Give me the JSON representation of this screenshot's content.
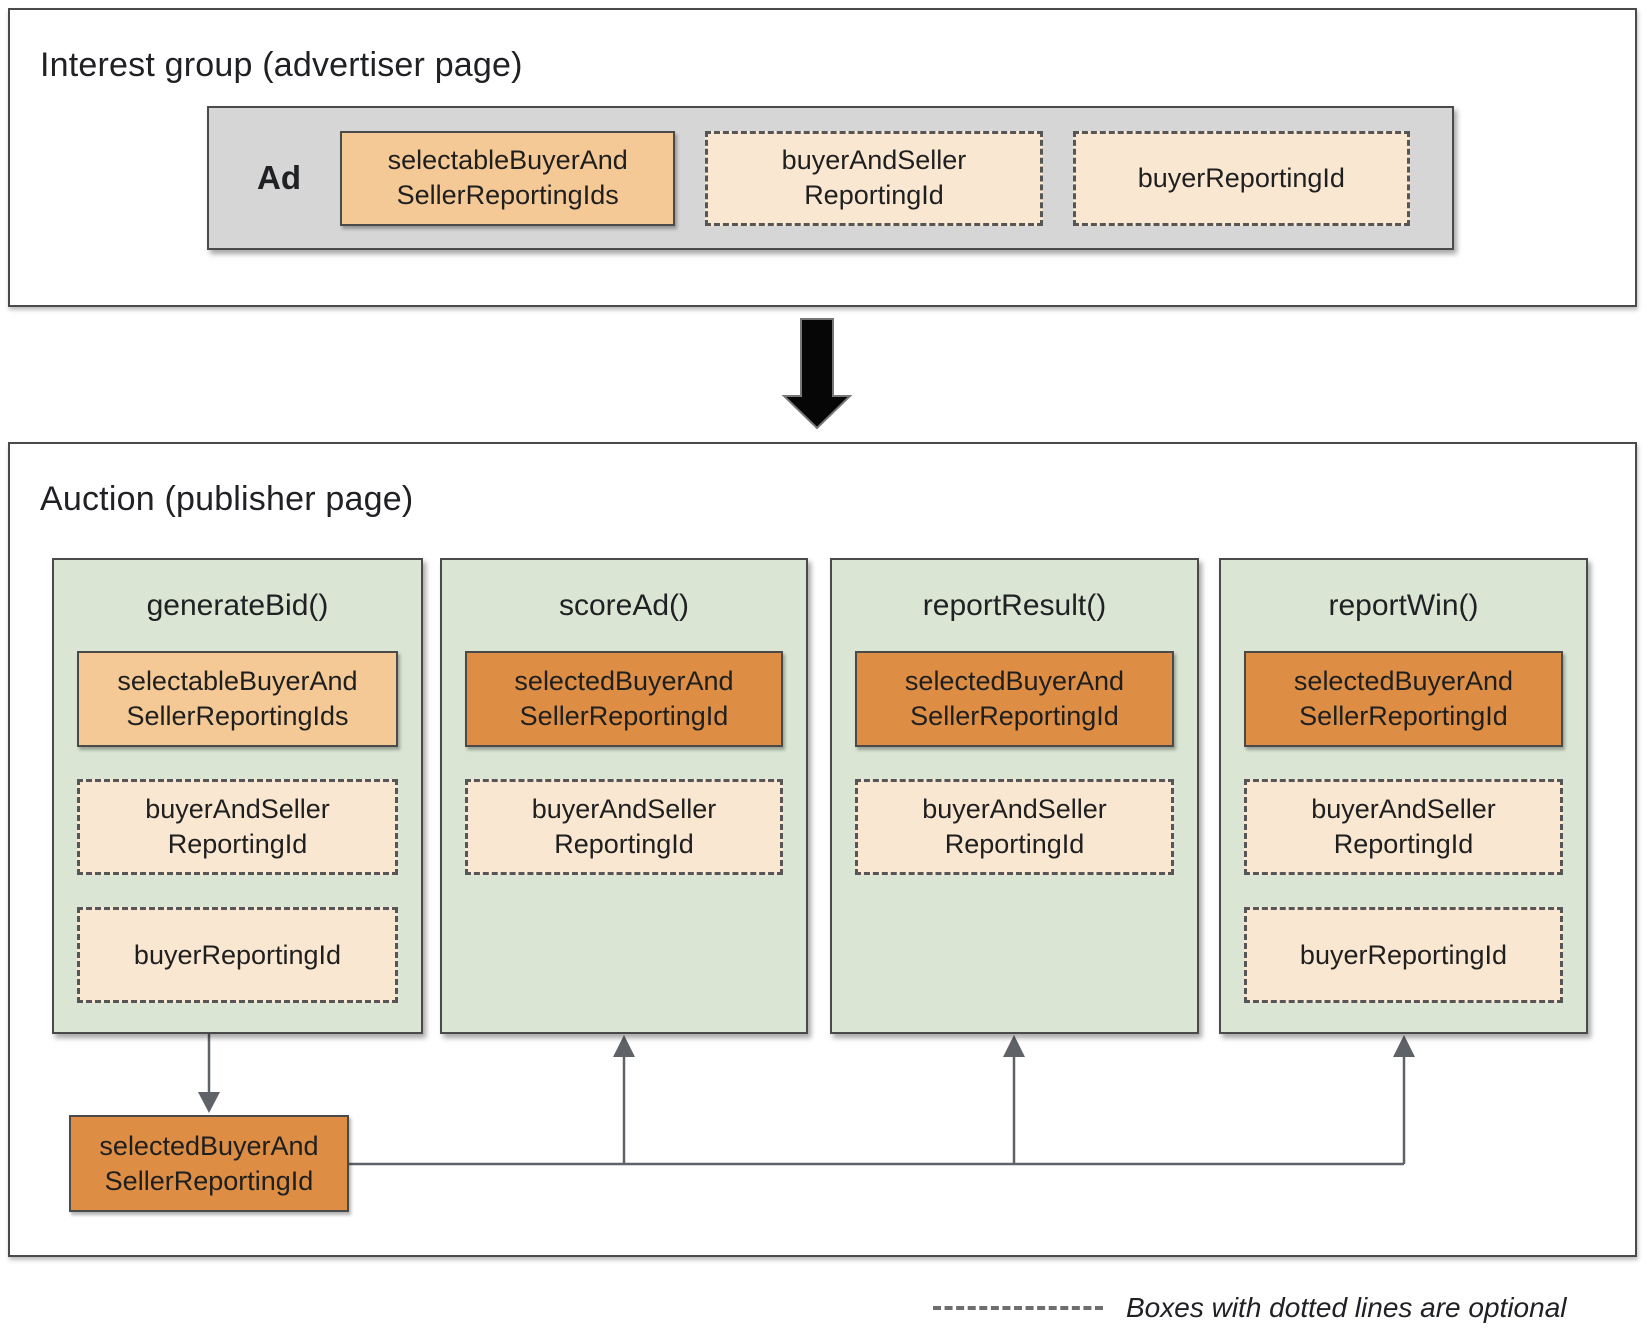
{
  "colors": {
    "panel_green": "#DAE6D3",
    "orange_medium": "#F4C995",
    "orange_dark": "#DD8E44",
    "cream": "#F9E7D2",
    "gray_fill": "#D6D6D6",
    "border_dark": "#4a4a4a",
    "connector_gray": "#5f6368"
  },
  "interest_group": {
    "title": "Interest group (advertiser page)",
    "ad_label": "Ad",
    "chips": [
      {
        "label": "selectableBuyerAnd\nSellerReportingIds",
        "style": "solid-medium"
      },
      {
        "label": "buyerAndSeller\nReportingId",
        "style": "dashed-optional"
      },
      {
        "label": "buyerReportingId",
        "style": "dashed-optional"
      }
    ]
  },
  "auction": {
    "title": "Auction (publisher page)",
    "functions": [
      {
        "name": "generateBid()",
        "boxes": [
          {
            "label": "selectableBuyerAnd\nSellerReportingIds",
            "style": "solid-medium"
          },
          {
            "label": "buyerAndSeller\nReportingId",
            "style": "dashed-optional"
          },
          {
            "label": "buyerReportingId",
            "style": "dashed-optional"
          }
        ]
      },
      {
        "name": "scoreAd()",
        "boxes": [
          {
            "label": "selectedBuyerAnd\nSellerReportingId",
            "style": "solid-dark"
          },
          {
            "label": "buyerAndSeller\nReportingId",
            "style": "dashed-optional"
          }
        ]
      },
      {
        "name": "reportResult()",
        "boxes": [
          {
            "label": "selectedBuyerAnd\nSellerReportingId",
            "style": "solid-dark"
          },
          {
            "label": "buyerAndSeller\nReportingId",
            "style": "dashed-optional"
          }
        ]
      },
      {
        "name": "reportWin()",
        "boxes": [
          {
            "label": "selectedBuyerAnd\nSellerReportingId",
            "style": "solid-dark"
          },
          {
            "label": "buyerAndSeller\nReportingId",
            "style": "dashed-optional"
          },
          {
            "label": "buyerReportingId",
            "style": "dashed-optional"
          }
        ]
      }
    ],
    "output_box": {
      "label": "selectedBuyerAnd\nSellerReportingId",
      "style": "solid-dark"
    }
  },
  "legend": {
    "text": "Boxes with dotted lines are optional"
  }
}
